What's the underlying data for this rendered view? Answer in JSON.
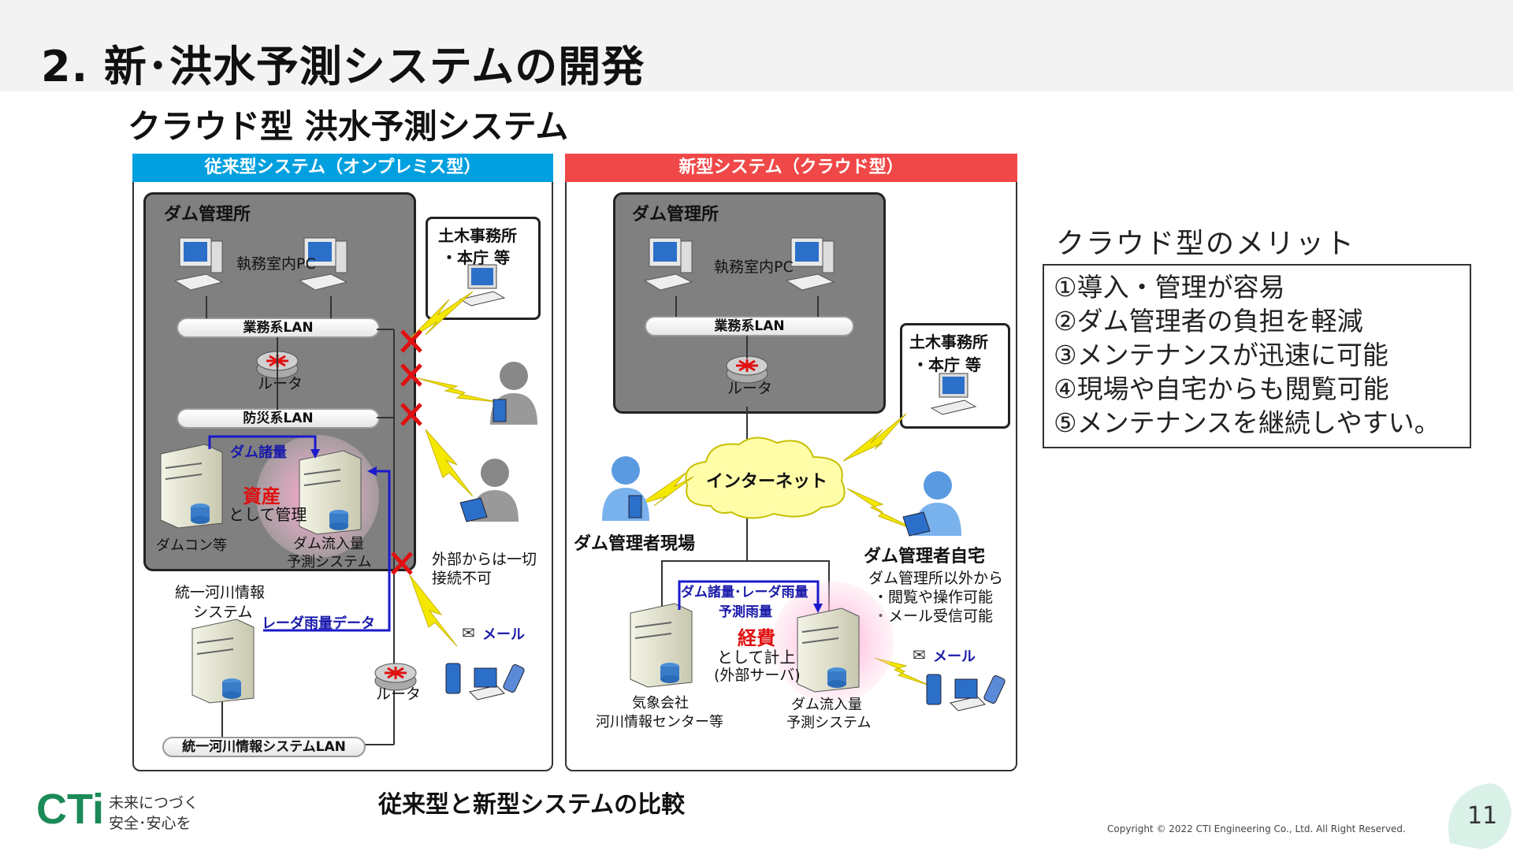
{
  "header": {
    "title": "2. 新･洪水予測システムの開発",
    "subtitle": "クラウド型 洪水予測システム"
  },
  "left_panel": {
    "heading": "従来型システム（オンプレミス型）",
    "header_color": "#00a0e0",
    "dam_office": "ダム管理所",
    "office_pc": "執務室内PC",
    "business_lan": "業務系LAN",
    "router": "ルータ",
    "disaster_lan": "防災系LAN",
    "dam_data": "ダム諸量",
    "asset_red": "資産",
    "asset_rest": "として管理",
    "damcon": "ダムコン等",
    "inflow_system_1": "ダム流入量",
    "inflow_system_2": "予測システム",
    "civil_office_1": "土木事務所",
    "civil_office_2": "・本庁 等",
    "no_external_1": "外部からは一切",
    "no_external_2": "接続不可",
    "unified_1": "統一河川情報",
    "unified_2": "システム",
    "radar_data": "レーダ雨量データ",
    "mail": "メール",
    "router2": "ルータ",
    "unified_lan": "統一河川情報システムLAN"
  },
  "right_panel": {
    "heading": "新型システム（クラウド型）",
    "header_color": "#f04848",
    "dam_office": "ダム管理所",
    "office_pc": "執務室内PC",
    "business_lan": "業務系LAN",
    "router": "ルータ",
    "civil_office_1": "土木事務所",
    "civil_office_2": "・本庁 等",
    "internet": "インターネット",
    "field": "ダム管理者現場",
    "home": "ダム管理者自宅",
    "home_note_1": "ダム管理所以外から",
    "home_note_2": "・閲覧や操作可能",
    "home_note_3": "・メール受信可能",
    "flow_1": "ダム諸量･レーダ雨量",
    "flow_2": "予測雨量",
    "expense_red": "経費",
    "expense_rest_1": "として計上",
    "expense_rest_2": "(外部サーバ)",
    "weather_1": "気象会社",
    "weather_2": "河川情報センター等",
    "inflow_system_1": "ダム流入量",
    "inflow_system_2": "予測システム",
    "mail": "メール"
  },
  "merits": {
    "heading": "クラウド型のメリット",
    "items": [
      "①導入・管理が容易",
      "②ダム管理者の負担を軽減",
      "③メンテナンスが迅速に可能",
      "④現場や自宅からも閲覧可能",
      "⑤メンテナンスを継続しやすい。"
    ]
  },
  "caption": "従来型と新型システムの比較",
  "footer": {
    "logo_text": "CTi",
    "tagline_1": "未来につづく",
    "tagline_2": "安全･安心を",
    "copyright": "Copyright © 2022 CTI Engineering Co., Ltd. All Right Reserved.",
    "page": "11"
  }
}
